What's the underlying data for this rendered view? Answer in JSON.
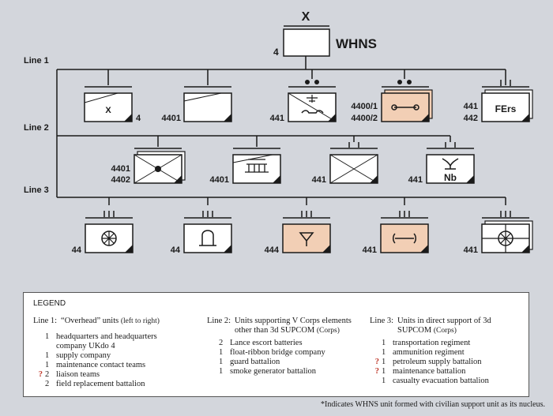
{
  "colors": {
    "background": "#d3d6dc",
    "highlight": "#f2cfb5",
    "line": "#1a1a1a"
  },
  "top_unit": {
    "size_marker": "X",
    "number": "4",
    "name": "WHNS"
  },
  "lines": {
    "line1": "Line 1",
    "line2": "Line 2",
    "line3": "Line 3"
  },
  "row1": [
    {
      "id": "hq",
      "label": "X",
      "number": "4",
      "symbol": "x-letter"
    },
    {
      "id": "supply",
      "number": "4401",
      "symbol": "supply-bar"
    },
    {
      "id": "maint",
      "number": "441",
      "symbol": "maintenance-diagonal"
    },
    {
      "id": "liaison",
      "number1": "4400/1",
      "number2": "4400/2",
      "symbol": "liaison-wrench",
      "highlighted": true
    },
    {
      "id": "fieldrep",
      "label": "FErs",
      "number1": "441",
      "number2": "442",
      "symbol": "field-replacement"
    }
  ],
  "row2": [
    {
      "id": "lance",
      "number1": "4401",
      "number2": "4402",
      "symbol": "lance-x"
    },
    {
      "id": "bridge",
      "number": "4401",
      "symbol": "bridge"
    },
    {
      "id": "guard",
      "number": "441",
      "symbol": "guard-x"
    },
    {
      "id": "smoke",
      "number": "441",
      "label": "Nb",
      "symbol": "smoke-generator"
    }
  ],
  "row3": [
    {
      "id": "transport",
      "number": "44",
      "symbol": "wheel"
    },
    {
      "id": "ammo",
      "number": "44",
      "symbol": "ammunition"
    },
    {
      "id": "petroleum",
      "number": "444",
      "symbol": "petroleum",
      "highlighted": true
    },
    {
      "id": "maintbn",
      "number": "441",
      "symbol": "wrench",
      "highlighted": true
    },
    {
      "id": "casualty",
      "number": "441",
      "symbol": "casualty-wheel"
    }
  ],
  "legend": {
    "title": "LEGEND",
    "col1": {
      "line": "Line 1:",
      "header1": "“Overhead” units",
      "header1_note": "(left to right)",
      "items": [
        {
          "q": "",
          "n": "1",
          "text": "headquarters and headquarters"
        },
        {
          "q": "",
          "n": "",
          "text": "company UKdo 4"
        },
        {
          "q": "",
          "n": "1",
          "text": "supply company"
        },
        {
          "q": "",
          "n": "1",
          "text": "maintenance contact teams"
        },
        {
          "q": "?",
          "n": "2",
          "text": "liaison teams"
        },
        {
          "q": "",
          "n": "2",
          "text": "field replacement battalion"
        }
      ]
    },
    "col2": {
      "line": "Line 2:",
      "header1": "Units supporting V Corps elements",
      "header2": "other than 3d SUPCOM",
      "header2_note": "(Corps)",
      "items": [
        {
          "q": "",
          "n": "2",
          "text": "Lance escort batteries"
        },
        {
          "q": "",
          "n": "1",
          "text": "float-ribbon bridge company"
        },
        {
          "q": "",
          "n": "1",
          "text": "guard battalion"
        },
        {
          "q": "",
          "n": "1",
          "text": "smoke generator battalion"
        }
      ]
    },
    "col3": {
      "line": "Line 3:",
      "header1": "Units in direct support of 3d",
      "header2": "SUPCOM",
      "header2_note": "(Corps)",
      "items": [
        {
          "q": "",
          "n": "1",
          "text": "transportation regiment"
        },
        {
          "q": "",
          "n": "1",
          "text": "ammunition regiment"
        },
        {
          "q": "?",
          "n": "1",
          "text": "petroleum supply battalion"
        },
        {
          "q": "?",
          "n": "1",
          "text": "maintenance battalion"
        },
        {
          "q": "",
          "n": "1",
          "text": "casualty evacuation battalion"
        }
      ]
    }
  },
  "footnote": "*Indicates WHNS unit formed with civilian support unit as its nucleus."
}
